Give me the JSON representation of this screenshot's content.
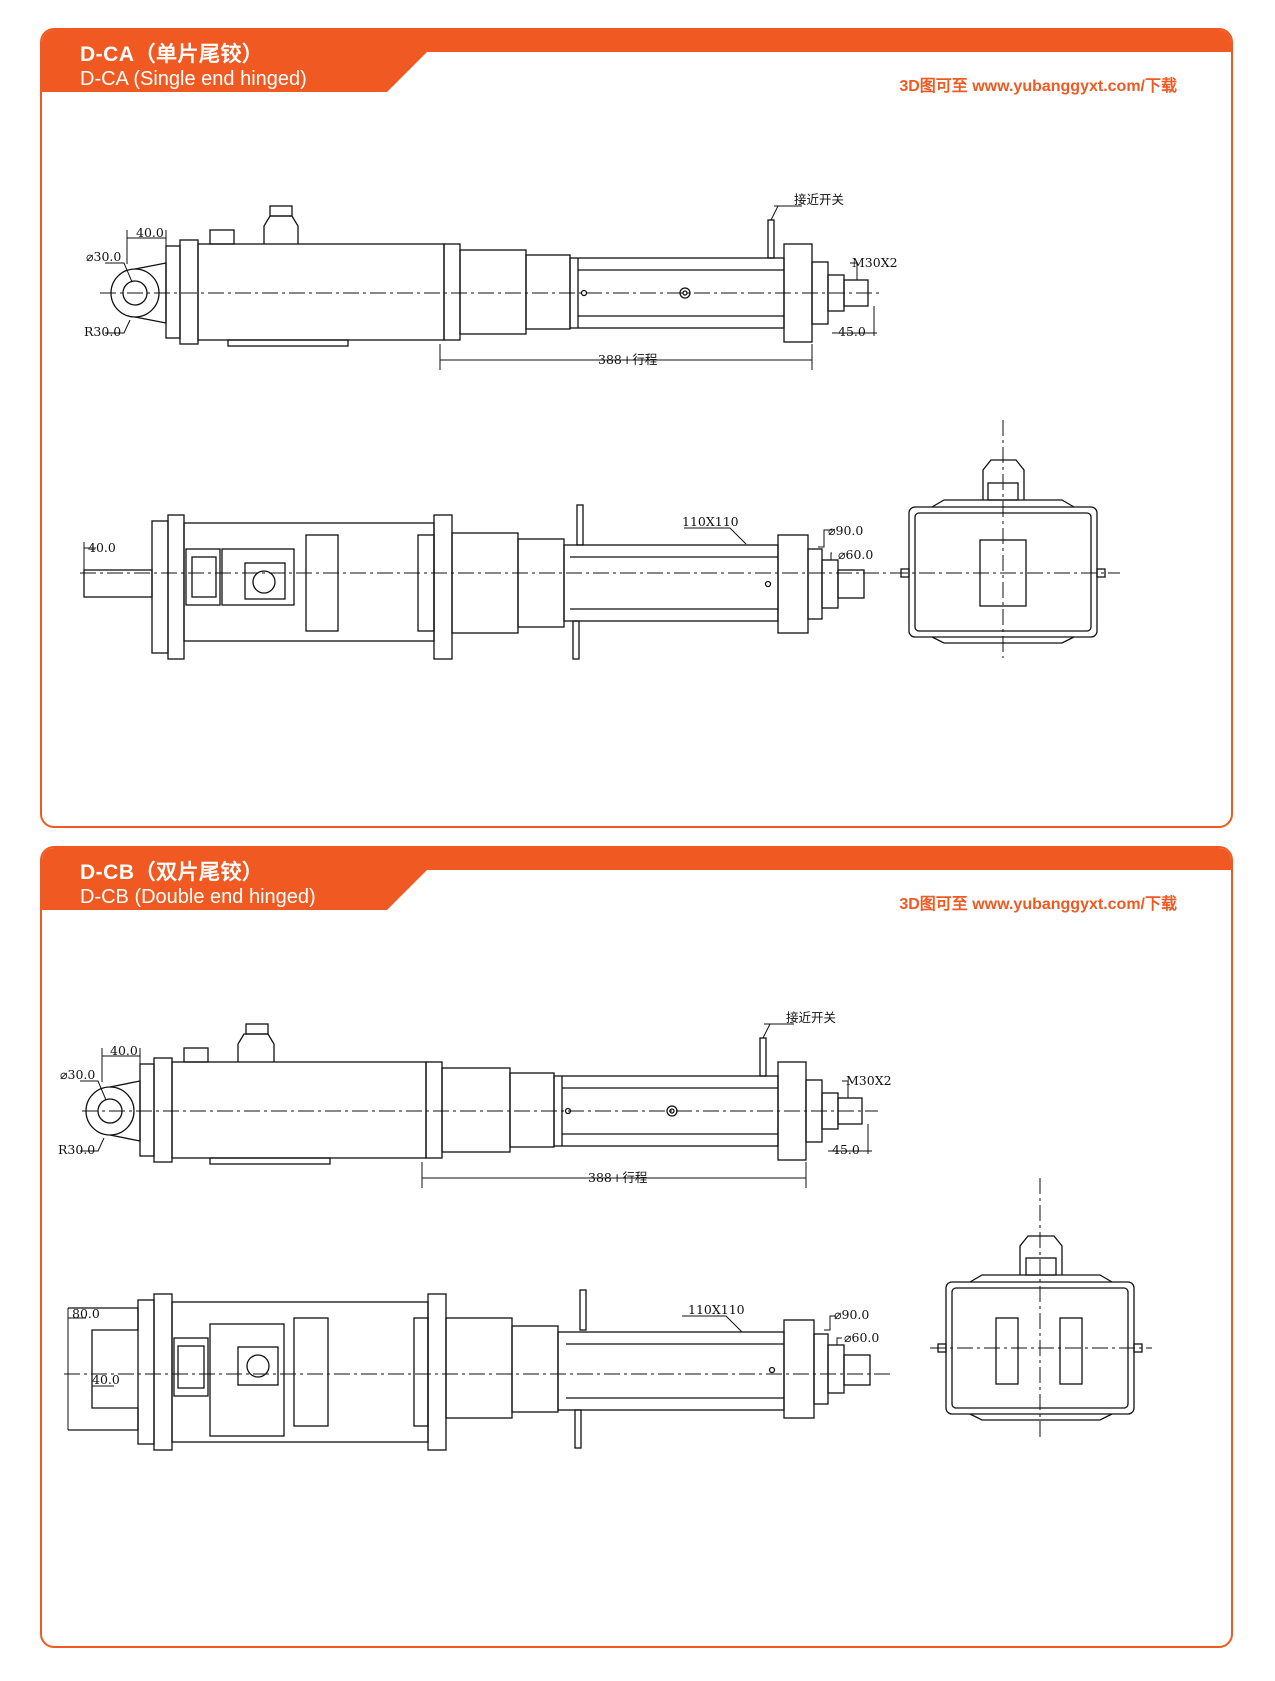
{
  "accent_color": "#f05a22",
  "sections": [
    {
      "title_cn": "D-CA（单片尾铰）",
      "title_en": "D-CA (Single end hinged)",
      "download_note": "3D图可至 www.yubanggyxt.com/下载",
      "side_labels": {
        "pin_diameter": "⌀30.0",
        "pin_width": "40.0",
        "radius": "R30.0",
        "sensor": "接近开关",
        "thread": "M30X2",
        "rod_length": "45.0",
        "stroke": "388+行程"
      },
      "top_labels": {
        "clevis_width": "40.0",
        "square": "110X110",
        "flange_d": "⌀90.0",
        "boss_d": "⌀60.0"
      }
    },
    {
      "title_cn": "D-CB（双片尾铰）",
      "title_en": "D-CB (Double end hinged)",
      "download_note": "3D图可至 www.yubanggyxt.com/下载",
      "side_labels": {
        "pin_diameter": "⌀30.0",
        "pin_width": "40.0",
        "radius": "R30.0",
        "sensor": "接近开关",
        "thread": "M30X2",
        "rod_length": "45.0",
        "stroke": "388+行程"
      },
      "top_labels": {
        "clevis_outer": "80.0",
        "clevis_inner": "40.0",
        "square": "110X110",
        "flange_d": "⌀90.0",
        "boss_d": "⌀60.0"
      }
    }
  ]
}
